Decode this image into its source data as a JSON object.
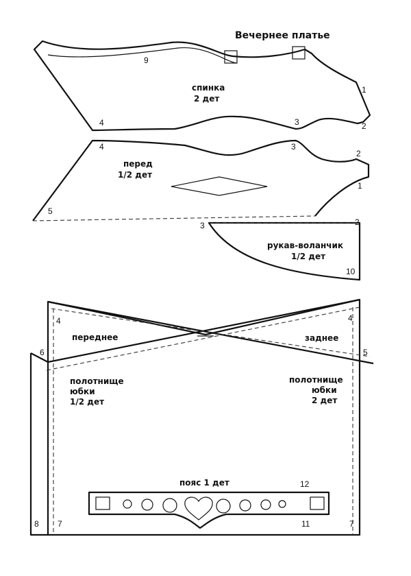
{
  "title": "Вечернее платье",
  "pieces": {
    "back": {
      "name": "спинка",
      "count": "2 дет"
    },
    "front": {
      "name": "перед",
      "count": "1/2 дет"
    },
    "sleeve": {
      "name": "рукав-воланчик",
      "count": "1/2 дет"
    },
    "skirt_front": {
      "name": "переднее",
      "panel": "полотнище",
      "word": "юбки",
      "count": "1/2 дет"
    },
    "skirt_back": {
      "name": "заднее",
      "panel": "полотнище",
      "word": "юбки",
      "count": "2 дет"
    },
    "belt": {
      "name": "пояс 1 дет"
    }
  },
  "marks": {
    "m1a": "1",
    "m2a": "2",
    "m3a": "3",
    "m4a": "4",
    "m9": "9",
    "m4b": "4",
    "m3b": "3",
    "m2b": "2",
    "m1b": "1",
    "m5a": "5",
    "m3c": "3",
    "m2c": "2",
    "m10": "10",
    "m4c": "4",
    "m4d": "4",
    "m6": "6",
    "m5b": "5",
    "m8": "8",
    "m7a": "7",
    "m7b": "7",
    "m12": "12",
    "m11": "11"
  }
}
